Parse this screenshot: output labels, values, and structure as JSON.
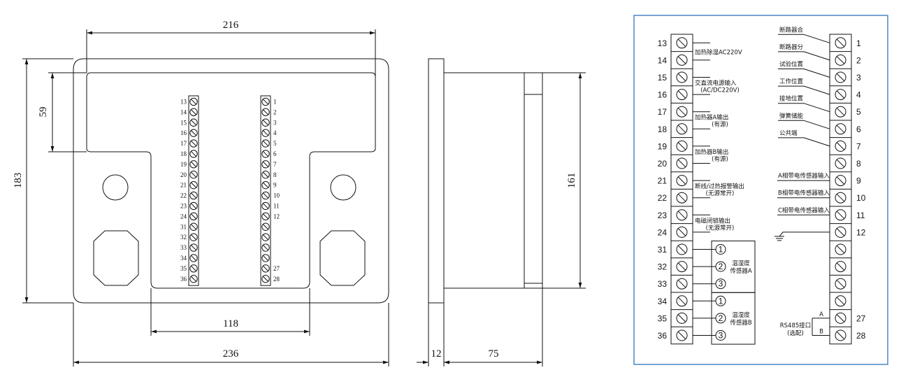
{
  "dimensions": {
    "top_width": "216",
    "notch_height": "59",
    "total_height": "183",
    "notch_width": "118",
    "total_width": "236",
    "side_height": "161",
    "flange_depth": "12",
    "body_depth": "75"
  },
  "front_terminals": {
    "left": [
      "13",
      "14",
      "15",
      "16",
      "17",
      "18",
      "19",
      "20",
      "21",
      "22",
      "23",
      "24",
      "31",
      "32",
      "33",
      "34",
      "35",
      "36"
    ],
    "right": [
      "1",
      "2",
      "3",
      "4",
      "5",
      "6",
      "7",
      "8",
      "9",
      "10",
      "11",
      "12",
      "",
      "",
      "",
      "",
      "27",
      "28"
    ]
  },
  "wiring": {
    "left_numbers": [
      "13",
      "14",
      "15",
      "16",
      "17",
      "18",
      "19",
      "20",
      "21",
      "22",
      "23",
      "24",
      "31",
      "32",
      "33",
      "34",
      "35",
      "36"
    ],
    "right_numbers": [
      "1",
      "2",
      "3",
      "4",
      "5",
      "6",
      "7",
      "8",
      "9",
      "10",
      "11",
      "12",
      "",
      "",
      "",
      "",
      "27",
      "28"
    ],
    "left_labels": [
      {
        "text": "加热除湿AC220V"
      },
      {
        "text": "交直流电源输入",
        "sub": "(AC/DC220V)"
      },
      {
        "text": "加热器A输出",
        "sub": "(有源)"
      },
      {
        "text": "加热器B输出",
        "sub": "(有源)"
      },
      {
        "text": "断线/过热报警输出",
        "sub": "(无源常开)"
      },
      {
        "text": "电磁闭锁输出",
        "sub": "(无源常开)"
      }
    ],
    "right_labels": [
      "断路器合",
      "断路器分",
      "试验位置",
      "工作位置",
      "接地位置",
      "弹簧储能",
      "公共端"
    ],
    "sensor_labels": [
      "A相带电传感器输入",
      "B相带电传感器输入",
      "C相带电传感器输入"
    ],
    "sensor_a": {
      "pins": [
        "1",
        "2",
        "3"
      ],
      "title": "温湿度",
      "name": "传感器A"
    },
    "sensor_b": {
      "pins": [
        "1",
        "2",
        "3"
      ],
      "title": "温湿度",
      "name": "传感器B"
    },
    "rs485": {
      "title": "RS485接口",
      "sub": "(选配)",
      "line_a": "A",
      "line_b": "B"
    }
  },
  "colors": {
    "frame_border": "#4a86c6",
    "line": "#111111"
  }
}
